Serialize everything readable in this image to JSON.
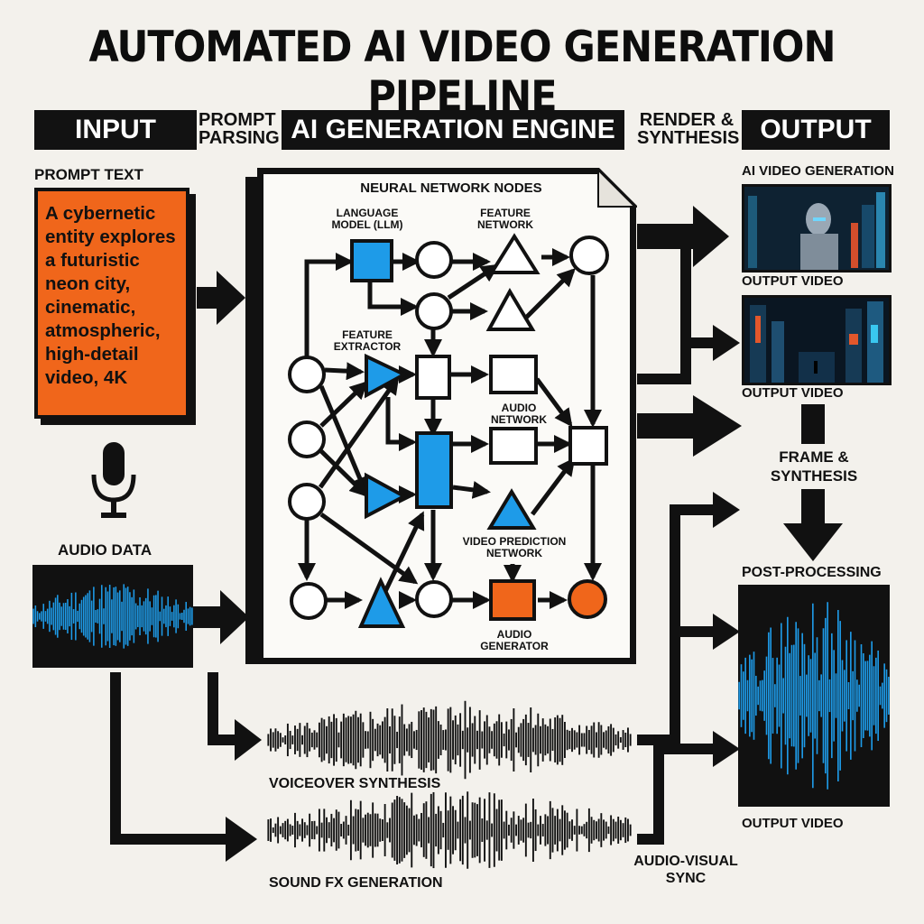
{
  "title": "AUTOMATED AI VIDEO GENERATION PIPELINE",
  "headers": {
    "input": "INPUT",
    "prompt_parsing": [
      "PROMPT",
      "PARSING"
    ],
    "engine": "AI GENERATION ENGINE",
    "render_synthesis": [
      "RENDER &",
      "SYNTHESIS"
    ],
    "output": "OUTPUT"
  },
  "input": {
    "prompt_label": "PROMPT TEXT",
    "prompt_text": "A cybernetic entity explores a futuristic neon city, cinematic, atmospheric, high-detail video, 4K",
    "audio_label": "AUDIO DATA",
    "mic_icon": "microphone-icon"
  },
  "engine": {
    "nodes_title": "NEURAL NETWORK NODES",
    "language_model": [
      "LANGUAGE",
      "MODEL (LLM)"
    ],
    "feature_network": [
      "FEATURE",
      "NETWORK"
    ],
    "feature_extractor": [
      "FEATURE",
      "EXTRACTOR"
    ],
    "audio_network": [
      "AUDIO",
      "NETWORK"
    ],
    "video_prediction": [
      "VIDEO PREDICTION",
      "NETWORK"
    ],
    "audio_generator": [
      "AUDIO",
      "GENERATOR"
    ]
  },
  "waveforms": {
    "voiceover": "VOICEOVER SYNTHESIS",
    "sound_fx": "SOUND FX GENERATION"
  },
  "output": {
    "ai_video_label": "AI VIDEO GENERATION",
    "output_video_1": "OUTPUT VIDEO",
    "output_video_2": "OUTPUT VIDEO",
    "frame_synthesis": [
      "FRAME &",
      "SYNTHESIS"
    ],
    "post_processing": "POST-PROCESSING",
    "output_video_3": "OUTPUT VIDEO"
  },
  "sync_label": [
    "AUDIO-VISUAL",
    "SYNC"
  ],
  "colors": {
    "accent_orange": "#f0661b",
    "accent_blue": "#1e9be8",
    "ink": "#111111",
    "paper": "#f3f1ec"
  }
}
